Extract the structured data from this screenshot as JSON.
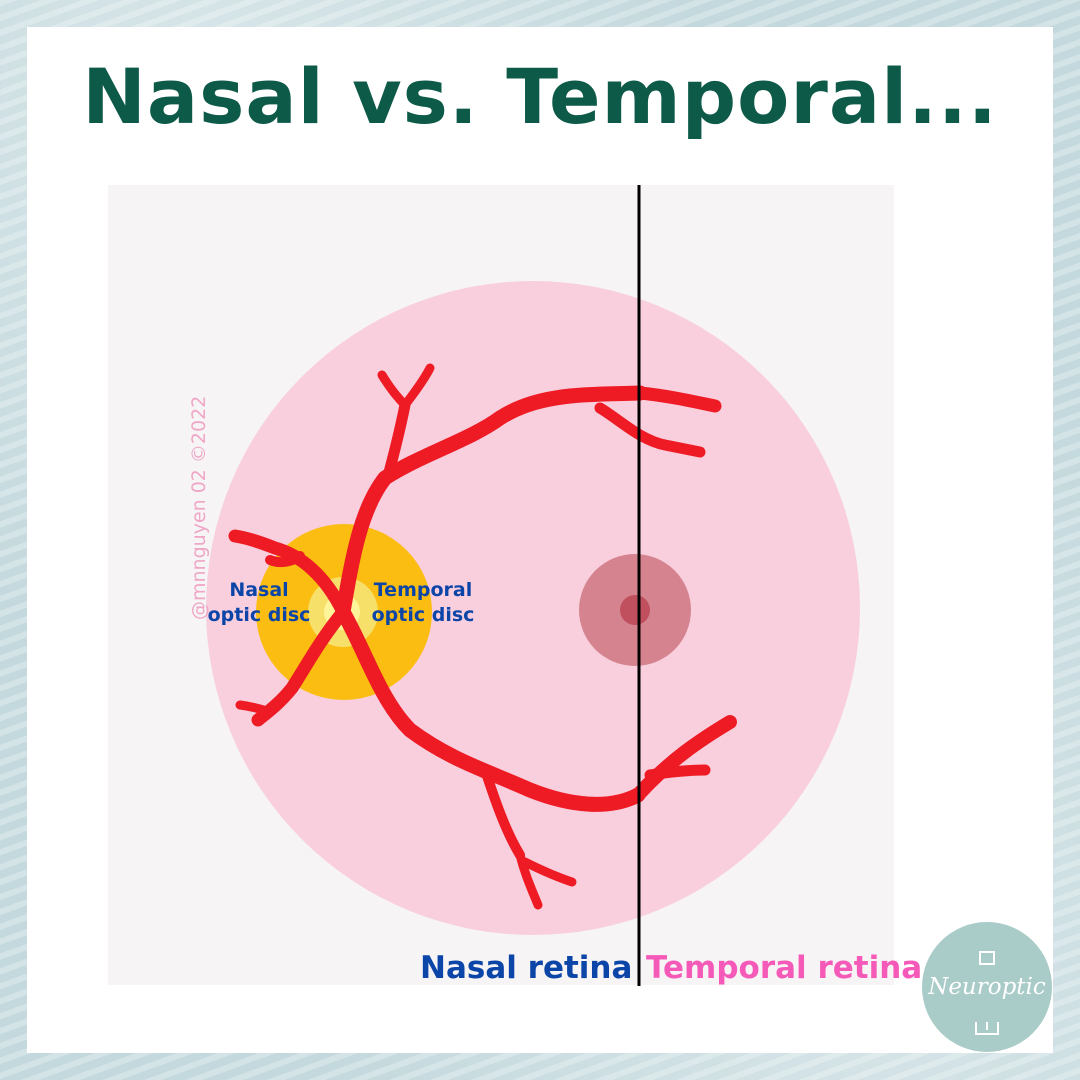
{
  "title": "Nasal vs. Temporal...",
  "labels": {
    "nasal_disc_line1": "Nasal",
    "nasal_disc_line2": "optic disc",
    "temporal_disc_line1": "Temporal",
    "temporal_disc_line2": "optic disc",
    "nasal_retina": "Nasal retina",
    "temporal_retina": "Temporal retina"
  },
  "watermark": "@mnnguyen 02 ©2022",
  "logo": {
    "text": "Neuroptic"
  },
  "colors": {
    "title": "#0d5a49",
    "nasal_label": "#0c45a8",
    "temporal_label": "#f55ab9",
    "retina": "#f9cfde",
    "optic_disc": "#fbbd11",
    "vessels": "#ee1b24",
    "macula": "#d5848f",
    "fovea": "#c0505e"
  }
}
